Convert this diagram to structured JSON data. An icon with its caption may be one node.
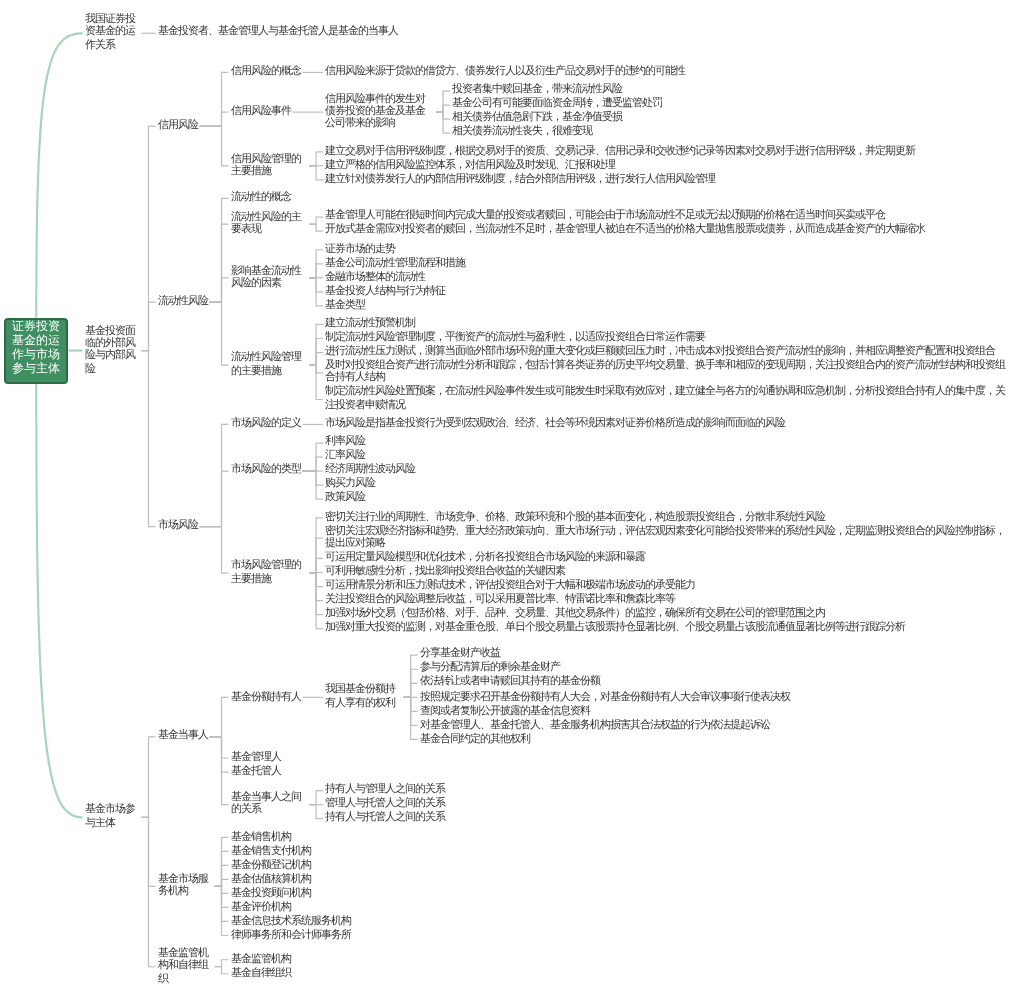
{
  "diagram": {
    "nodes": [
      {
        "text": [
          "证券投资基金的运作与市场参与主体"
        ]
      },
      {
        "text": [
          "我国证券投资基金的运作关系"
        ]
      },
      {
        "text": [
          "基金投资者、基金管理人与基金托管人是基金的当事人"
        ]
      },
      {
        "text": [
          "基金投资面临的外部风险与内部风险"
        ]
      },
      {
        "text": [
          "信用风险"
        ]
      },
      {
        "text": [
          "信用风险的概念"
        ]
      },
      {
        "text": [
          "信用风险来源于贷款的借贷方、债券发行人以及衍生产品交易对手的违约的可能性"
        ]
      },
      {
        "text": [
          "信用风险事件"
        ]
      },
      {
        "text": [
          "信用风险事件的发生对债券投资的基金及基金公司带来的影响"
        ]
      },
      {
        "text": [
          "投资者集中赎回基金，带来流动性风险"
        ]
      },
      {
        "text": [
          "基金公司有可能要面临资金周转，遭受监管处罚"
        ]
      },
      {
        "text": [
          "相关债券估值急剧下跌，基金净值受损"
        ]
      },
      {
        "text": [
          "相关债券流动性丧失，很难变现"
        ]
      },
      {
        "text": [
          "信用风险管理的主要措施"
        ]
      },
      {
        "text": [
          "建立交易对手信用评级制度，根据交易对手的资质、交易记录、信用记录和交收违约记录等因素对交易对手进行信用评级，并定期更新"
        ]
      },
      {
        "text": [
          "建立严格的信用风险监控体系，对信用风险及时发现、汇报和处理"
        ]
      },
      {
        "text": [
          "建立针对债券发行人的内部信用评级制度，结合外部信用评级，进行发行人信用风险管理"
        ]
      },
      {
        "text": [
          "流动性风险"
        ]
      },
      {
        "text": [
          "流动性的概念"
        ]
      },
      {
        "text": [
          "流动性风险的主要表现"
        ]
      },
      {
        "text": [
          "基金管理人可能在很短时间内完成大量的投资或者赎回，可能会由于市场流动性不足或无法以预期的价格在适当时间买卖或平仓"
        ]
      },
      {
        "text": [
          "开放式基金需应对投资者的赎回，当流动性不足时，基金管理人被迫在不适当的价格大量抛售股票或债券，从而造成基金资产的大幅缩水"
        ]
      },
      {
        "text": [
          "影响基金流动性风险的因素"
        ]
      },
      {
        "text": [
          "证券市场的走势"
        ]
      },
      {
        "text": [
          "基金公司流动性管理流程和措施"
        ]
      },
      {
        "text": [
          "金融市场整体的流动性"
        ]
      },
      {
        "text": [
          "基金投资人结构与行为特征"
        ]
      },
      {
        "text": [
          "基金类型"
        ]
      },
      {
        "text": [
          "流动性风险管理的主要措施"
        ]
      },
      {
        "text": [
          "建立流动性预警机制"
        ]
      },
      {
        "text": [
          "制定流动性风险管理制度，平衡资产的流动性与盈利性，以适应投资组合日常运作需要"
        ]
      },
      {
        "text": [
          "进行流动性压力测试，测算当面临外部市场环境的重大变化或巨额赎回压力时，冲击成本对投资组合资产流动性的影响，并相应调整资产配置和投资组合"
        ]
      },
      {
        "text": [
          "及时对投资组合资产进行流动性分析和跟踪，包括计算各类证券的历史平均交易量、换手率和相应的变现周期，关注投资组合内的资产流动性结构和投资组合持有人结构"
        ]
      },
      {
        "text": [
          "制定流动性风险处置预案，在流动性风险事件发生或可能发生时采取有效应对，建立健全与各方的沟通协调和应急机制，分析投资组合持有人的集中度，关注投资者申赎情况"
        ]
      },
      {
        "text": [
          "市场风险"
        ]
      },
      {
        "text": [
          "市场风险的定义"
        ]
      },
      {
        "text": [
          "市场风险是指基金投资行为受到宏观政治、经济、社会等环境因素对证券价格所造成的影响而面临的风险"
        ]
      },
      {
        "text": [
          "市场风险的类型"
        ]
      },
      {
        "text": [
          "利率风险"
        ]
      },
      {
        "text": [
          "汇率风险"
        ]
      },
      {
        "text": [
          "经济周期性波动风险"
        ]
      },
      {
        "text": [
          "购买力风险"
        ]
      },
      {
        "text": [
          "政策风险"
        ]
      },
      {
        "text": [
          "市场风险管理的主要措施"
        ]
      },
      {
        "text": [
          "密切关注行业的周期性、市场竞争、价格、政策环境和个股的基本面变化，构造股票投资组合，分散非系统性风险"
        ]
      },
      {
        "text": [
          "密切关注宏观经济指标和趋势、重大经济政策动向、重大市场行动，评估宏观因素变化可能给投资带来的系统性风险，定期监测投资组合的风险控制指标，提出应对策略"
        ]
      },
      {
        "text": [
          "可运用定量风险模型和优化技术，分析各投资组合市场风险的来源和暴露"
        ]
      },
      {
        "text": [
          "可利用敏感性分析，找出影响投资组合收益的关键因素"
        ]
      },
      {
        "text": [
          "可运用情景分析和压力测试技术，评估投资组合对于大幅和极端市场波动的承受能力"
        ]
      },
      {
        "text": [
          "关注投资组合的风险调整后收益，可以采用夏普比率、特雷诺比率和詹森比率等"
        ]
      },
      {
        "text": [
          "加强对场外交易（包括价格、对手、品种、交易量、其他交易条件）的监控，确保所有交易在公司的管理范围之内"
        ]
      },
      {
        "text": [
          "加强对重大投资的监测，对基金重仓股、单日个股交易量占该股票持仓显著比例、个股交易量占该股流通值显著比例等进行跟踪分析"
        ]
      },
      {
        "text": [
          "基金市场参与主体"
        ]
      },
      {
        "text": [
          "基金当事人"
        ]
      },
      {
        "text": [
          "基金份额持有人"
        ]
      },
      {
        "text": [
          "我国基金份额持有人享有的权利"
        ]
      },
      {
        "text": [
          "分享基金财产收益"
        ]
      },
      {
        "text": [
          "参与分配清算后的剩余基金财产"
        ]
      },
      {
        "text": [
          "依法转让或者申请赎回其持有的基金份额"
        ]
      },
      {
        "text": [
          "按照规定要求召开基金份额持有人大会，对基金份额持有人大会审议事项行使表决权"
        ]
      },
      {
        "text": [
          "查阅或者复制公开披露的基金信息资料"
        ]
      },
      {
        "text": [
          "对基金管理人、基金托管人、基金服务机构损害其合法权益的行为依法提起诉讼"
        ]
      },
      {
        "text": [
          "基金合同约定的其他权利"
        ]
      },
      {
        "text": [
          "基金管理人"
        ]
      },
      {
        "text": [
          "基金托管人"
        ]
      },
      {
        "text": [
          "基金当事人之间的关系"
        ]
      },
      {
        "text": [
          "持有人与管理人之间的关系"
        ]
      },
      {
        "text": [
          "管理人与托管人之间的关系"
        ]
      },
      {
        "text": [
          "持有人与托管人之间的关系"
        ]
      },
      {
        "text": [
          "基金市场服务机构"
        ]
      },
      {
        "text": [
          "基金销售机构"
        ]
      },
      {
        "text": [
          "基金销售支付机构"
        ]
      },
      {
        "text": [
          "基金份额登记机构"
        ]
      },
      {
        "text": [
          "基金估值核算机构"
        ]
      },
      {
        "text": [
          "基金投资顾问机构"
        ]
      },
      {
        "text": [
          "基金评价机构"
        ]
      },
      {
        "text": [
          "基金信息技术系统服务机构"
        ]
      },
      {
        "text": [
          "律师事务所和会计师事务所"
        ]
      },
      {
        "text": [
          "基金监管机构和自律组织"
        ]
      },
      {
        "text": [
          "基金监管机构"
        ]
      },
      {
        "text": [
          "基金自律组织"
        ]
      }
    ],
    "edges": [
      {
        "from": 0,
        "to": 1,
        "arrow": "none",
        "color": "#a9d4bc"
      },
      {
        "from": 1,
        "to": 2,
        "arrow": "none"
      },
      {
        "from": 0,
        "to": 3,
        "arrow": "none",
        "color": "#a9d4bc"
      },
      {
        "from": 3,
        "to": 4,
        "arrow": "none"
      },
      {
        "from": 4,
        "to": 5,
        "arrow": "none"
      },
      {
        "from": 5,
        "to": 6,
        "arrow": "none"
      },
      {
        "from": 4,
        "to": 7,
        "arrow": "none"
      },
      {
        "from": 7,
        "to": 8,
        "arrow": "none"
      },
      {
        "from": 8,
        "to": 9,
        "arrow": "none"
      },
      {
        "from": 8,
        "to": 10,
        "arrow": "none"
      },
      {
        "from": 8,
        "to": 11,
        "arrow": "none"
      },
      {
        "from": 8,
        "to": 12,
        "arrow": "none"
      },
      {
        "from": 4,
        "to": 13,
        "arrow": "none"
      },
      {
        "from": 13,
        "to": 14,
        "arrow": "none"
      },
      {
        "from": 13,
        "to": 15,
        "arrow": "none"
      },
      {
        "from": 13,
        "to": 16,
        "arrow": "none"
      },
      {
        "from": 3,
        "to": 17,
        "arrow": "none"
      },
      {
        "from": 17,
        "to": 18,
        "arrow": "none"
      },
      {
        "from": 17,
        "to": 19,
        "arrow": "none"
      },
      {
        "from": 19,
        "to": 20,
        "arrow": "none"
      },
      {
        "from": 19,
        "to": 21,
        "arrow": "none"
      },
      {
        "from": 17,
        "to": 22,
        "arrow": "none"
      },
      {
        "from": 22,
        "to": 23,
        "arrow": "none"
      },
      {
        "from": 22,
        "to": 24,
        "arrow": "none"
      },
      {
        "from": 22,
        "to": 25,
        "arrow": "none"
      },
      {
        "from": 22,
        "to": 26,
        "arrow": "none"
      },
      {
        "from": 22,
        "to": 27,
        "arrow": "none"
      },
      {
        "from": 17,
        "to": 28,
        "arrow": "none"
      },
      {
        "from": 28,
        "to": 29,
        "arrow": "none"
      },
      {
        "from": 28,
        "to": 30,
        "arrow": "none"
      },
      {
        "from": 28,
        "to": 31,
        "arrow": "none"
      },
      {
        "from": 28,
        "to": 32,
        "arrow": "none"
      },
      {
        "from": 28,
        "to": 33,
        "arrow": "none"
      },
      {
        "from": 3,
        "to": 34,
        "arrow": "none"
      },
      {
        "from": 34,
        "to": 35,
        "arrow": "none"
      },
      {
        "from": 35,
        "to": 36,
        "arrow": "none"
      },
      {
        "from": 34,
        "to": 37,
        "arrow": "none"
      },
      {
        "from": 37,
        "to": 38,
        "arrow": "none"
      },
      {
        "from": 37,
        "to": 39,
        "arrow": "none"
      },
      {
        "from": 37,
        "to": 40,
        "arrow": "none"
      },
      {
        "from": 37,
        "to": 41,
        "arrow": "none"
      },
      {
        "from": 37,
        "to": 42,
        "arrow": "none"
      },
      {
        "from": 34,
        "to": 43,
        "arrow": "none"
      },
      {
        "from": 43,
        "to": 44,
        "arrow": "none"
      },
      {
        "from": 43,
        "to": 45,
        "arrow": "none"
      },
      {
        "from": 43,
        "to": 46,
        "arrow": "none"
      },
      {
        "from": 43,
        "to": 47,
        "arrow": "none"
      },
      {
        "from": 43,
        "to": 48,
        "arrow": "none"
      },
      {
        "from": 43,
        "to": 49,
        "arrow": "none"
      },
      {
        "from": 43,
        "to": 50,
        "arrow": "none"
      },
      {
        "from": 43,
        "to": 51,
        "arrow": "none"
      },
      {
        "from": 0,
        "to": 52,
        "arrow": "none",
        "color": "#a9d4bc"
      },
      {
        "from": 52,
        "to": 53,
        "arrow": "none"
      },
      {
        "from": 53,
        "to": 54,
        "arrow": "none"
      },
      {
        "from": 54,
        "to": 55,
        "arrow": "none"
      },
      {
        "from": 55,
        "to": 56,
        "arrow": "none"
      },
      {
        "from": 55,
        "to": 57,
        "arrow": "none"
      },
      {
        "from": 55,
        "to": 58,
        "arrow": "none"
      },
      {
        "from": 55,
        "to": 59,
        "arrow": "none"
      },
      {
        "from": 55,
        "to": 60,
        "arrow": "none"
      },
      {
        "from": 55,
        "to": 61,
        "arrow": "none"
      },
      {
        "from": 55,
        "to": 62,
        "arrow": "none"
      },
      {
        "from": 53,
        "to": 63,
        "arrow": "none"
      },
      {
        "from": 53,
        "to": 64,
        "arrow": "none"
      },
      {
        "from": 53,
        "to": 65,
        "arrow": "none"
      },
      {
        "from": 65,
        "to": 66,
        "arrow": "none"
      },
      {
        "from": 65,
        "to": 67,
        "arrow": "none"
      },
      {
        "from": 65,
        "to": 68,
        "arrow": "none"
      },
      {
        "from": 52,
        "to": 69,
        "arrow": "none"
      },
      {
        "from": 69,
        "to": 70,
        "arrow": "none"
      },
      {
        "from": 69,
        "to": 71,
        "arrow": "none"
      },
      {
        "from": 69,
        "to": 72,
        "arrow": "none"
      },
      {
        "from": 69,
        "to": 73,
        "arrow": "none"
      },
      {
        "from": 69,
        "to": 74,
        "arrow": "none"
      },
      {
        "from": 69,
        "to": 75,
        "arrow": "none"
      },
      {
        "from": 69,
        "to": 76,
        "arrow": "none"
      },
      {
        "from": 69,
        "to": 77,
        "arrow": "none"
      },
      {
        "from": 52,
        "to": 78,
        "arrow": "none"
      },
      {
        "from": 78,
        "to": 79,
        "arrow": "none"
      },
      {
        "from": 78,
        "to": 80,
        "arrow": "none"
      }
    ]
  }
}
